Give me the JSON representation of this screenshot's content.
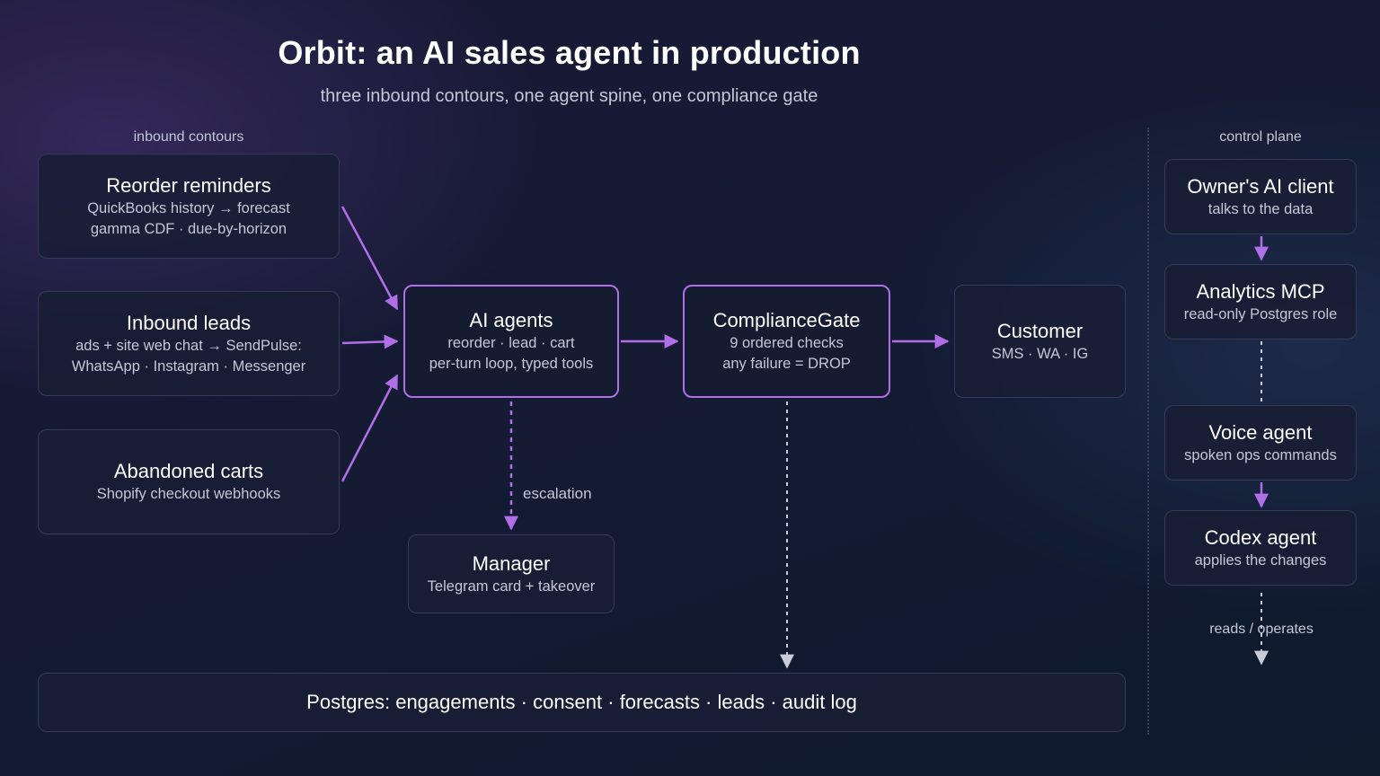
{
  "title": "Orbit: an AI sales agent in production",
  "subtitle": "three inbound contours, one agent spine, one compliance gate",
  "labels": {
    "inbound": "inbound contours",
    "control": "control plane",
    "escalation": "escalation",
    "reads_operates": "reads / operates"
  },
  "nodes": {
    "reorder": {
      "title": "Reorder reminders",
      "lines": [
        "QuickBooks history → forecast",
        "gamma CDF · due-by-horizon"
      ]
    },
    "inbound": {
      "title": "Inbound leads",
      "lines": [
        "ads + site web chat → SendPulse:",
        "WhatsApp · Instagram · Messenger"
      ]
    },
    "carts": {
      "title": "Abandoned carts",
      "lines": [
        "Shopify checkout webhooks"
      ]
    },
    "agents": {
      "title": "AI agents",
      "lines": [
        "reorder · lead · cart",
        "per-turn loop, typed tools"
      ]
    },
    "gate": {
      "title": "ComplianceGate",
      "lines": [
        "9 ordered checks",
        "any failure = DROP"
      ]
    },
    "customer": {
      "title": "Customer",
      "lines": [
        "SMS · WA · IG"
      ]
    },
    "manager": {
      "title": "Manager",
      "lines": [
        "Telegram card + takeover"
      ]
    },
    "owner": {
      "title": "Owner's AI client",
      "lines": [
        "talks to the data"
      ]
    },
    "analytics": {
      "title": "Analytics MCP",
      "lines": [
        "read-only Postgres role"
      ]
    },
    "voice": {
      "title": "Voice agent",
      "lines": [
        "spoken ops commands"
      ]
    },
    "codex": {
      "title": "Codex agent",
      "lines": [
        "applies the changes"
      ]
    }
  },
  "database": {
    "label": "Postgres: engagements · consent · forecasts · leads · audit log"
  },
  "colors": {
    "accent": "#b06fe6",
    "box_border": "#333b57",
    "box_fill": "#181e34",
    "gray_arrow": "#c9ccd6"
  }
}
